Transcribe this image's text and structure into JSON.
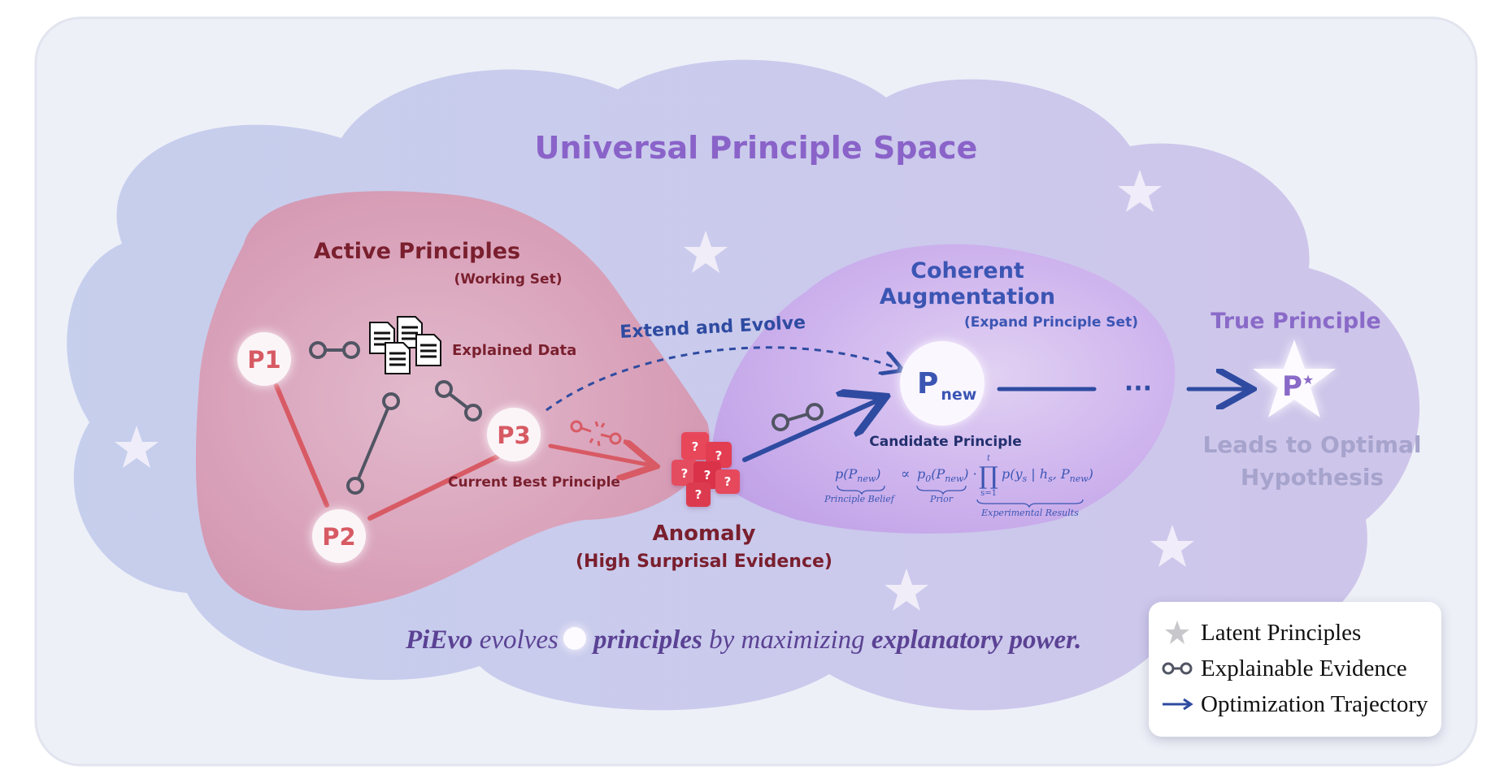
{
  "title": "Universal Principle Space",
  "active": {
    "title": "Active Principles",
    "subtitle": "(Working Set)",
    "explained_data": "Explained Data",
    "p1": "P1",
    "p2": "P2",
    "p3": "P3",
    "current_best": "Current Best Principle"
  },
  "extend_label": "Extend and Evolve",
  "anomaly": {
    "title": "Anomaly",
    "subtitle": "(High Surprisal Evidence)",
    "marks": [
      "?",
      "?",
      "?",
      "?",
      "?",
      "?"
    ]
  },
  "coherent": {
    "title_line1": "Coherent",
    "title_line2": "Augmentation",
    "subtitle": "(Expand Principle Set)",
    "pnew_main": "P",
    "pnew_sub": "new",
    "ellipsis": "···",
    "candidate": "Candidate Principle"
  },
  "formula": {
    "lhs": "p(P",
    "lhs_sub": "new",
    "lhs_close": ")",
    "prop": "∝",
    "prior": "p",
    "prior_sub0": "0",
    "prior_arg": "(P",
    "prior_arg_sub": "new",
    "prior_close": ") ·",
    "prod": "∏",
    "prod_top": "t",
    "prod_bottom": "s=1",
    "likelihood": "p(y",
    "lik_s": "s",
    "lik_mid": " | h",
    "lik_s2": "s",
    "lik_comma": ", P",
    "lik_new": "new",
    "lik_close": ")",
    "under_belief": "Principle Belief",
    "under_prior": "Prior",
    "under_results": "Experimental Results"
  },
  "true_principle": {
    "title": "True Principle",
    "pstar_main": "P",
    "pstar_sup": "★",
    "leads_line1": "Leads to Optimal",
    "leads_line2": "Hypothesis"
  },
  "caption": {
    "pievo": "PiEvo",
    "evolves": " evolves ",
    "principles": "principles",
    "by": " by maximizing ",
    "power": "explanatory power."
  },
  "legend": {
    "latent": "Latent Principles",
    "evidence": "Explainable Evidence",
    "trajectory": "Optimization Trajectory"
  },
  "colors": {
    "frame": "#eef0f8",
    "cloud_left": "#c3ccea",
    "cloud_right": "#cfc6ea",
    "active_region": "#d99cb4",
    "coherent_region": "#c3a2e6",
    "title_purple": "#8a63c9",
    "dark_red": "#7a1f2e",
    "node_red": "#d75a63",
    "edge_red": "#d85a64",
    "navy": "#2f4ba1",
    "coherent_blue": "#3b55b3",
    "evidence_gray": "#515563",
    "star_white": "#f4f1fb",
    "true_purple": "#8a6ac8",
    "leads_gray": "#a6a3cd",
    "caption_purple": "#5b4294"
  },
  "icons": [
    "document-stack-icon",
    "chain-link-icon",
    "broken-link-icon",
    "latent-star-icon",
    "arrow-icon",
    "puzzle-anomaly-icon"
  ]
}
